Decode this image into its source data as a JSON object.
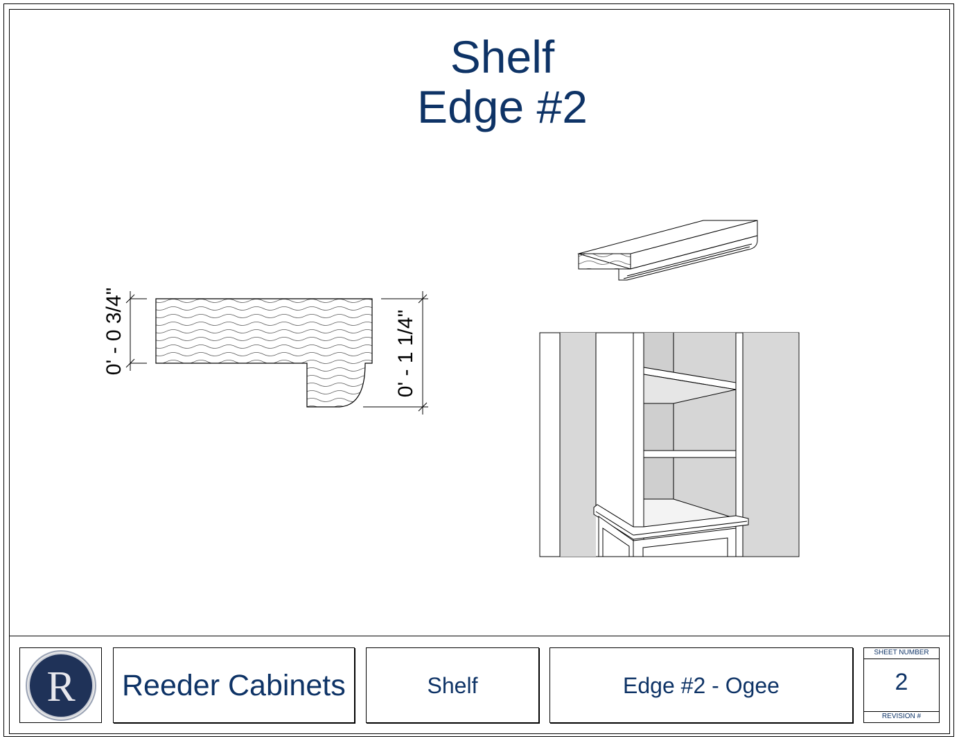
{
  "sheet": {
    "title_line1": "Shelf",
    "title_line2": "Edge #2"
  },
  "dimensions": {
    "left": "0' - 0 3/4\"",
    "right": "0' - 1 1/4\""
  },
  "title_block": {
    "logo_letter": "R",
    "company": "Reeder Cabinets",
    "item": "Shelf",
    "detail": "Edge #2 - Ogee",
    "sheet_number_label": "SHEET NUMBER",
    "sheet_number": "2",
    "revision_label": "REVISION #"
  },
  "colors": {
    "title_blue": "#0e3366",
    "logo_navy": "#1f3258"
  }
}
